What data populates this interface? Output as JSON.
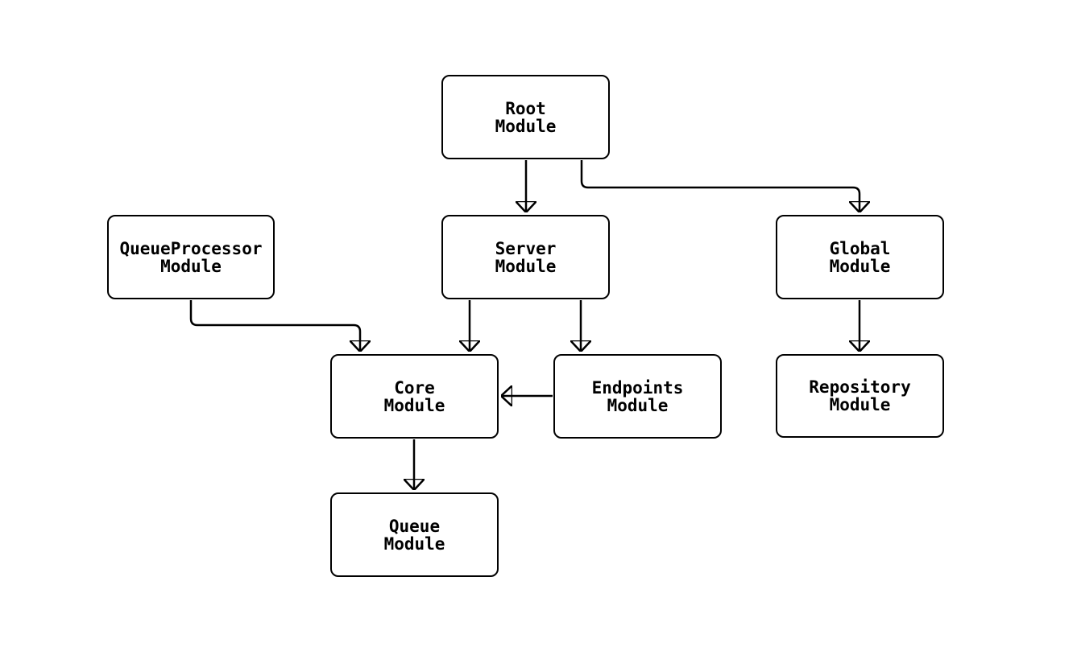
{
  "diagram": {
    "type": "module-dependency-flowchart",
    "background_color": "#ffffff",
    "stroke_color": "#000000",
    "text_color": "#000000",
    "nodes": [
      {
        "id": "root",
        "label": "Root\nModule"
      },
      {
        "id": "queueprocessor",
        "label": "QueueProcessor\nModule"
      },
      {
        "id": "server",
        "label": "Server\nModule"
      },
      {
        "id": "global",
        "label": "Global\nModule"
      },
      {
        "id": "core",
        "label": "Core\nModule"
      },
      {
        "id": "endpoints",
        "label": "Endpoints\nModule"
      },
      {
        "id": "repository",
        "label": "Repository\nModule"
      },
      {
        "id": "queue",
        "label": "Queue\nModule"
      }
    ],
    "edges": [
      {
        "from": "root",
        "to": "server"
      },
      {
        "from": "root",
        "to": "global"
      },
      {
        "from": "queueprocessor",
        "to": "core"
      },
      {
        "from": "server",
        "to": "core"
      },
      {
        "from": "server",
        "to": "endpoints"
      },
      {
        "from": "endpoints",
        "to": "core"
      },
      {
        "from": "global",
        "to": "repository"
      },
      {
        "from": "core",
        "to": "queue"
      }
    ]
  }
}
